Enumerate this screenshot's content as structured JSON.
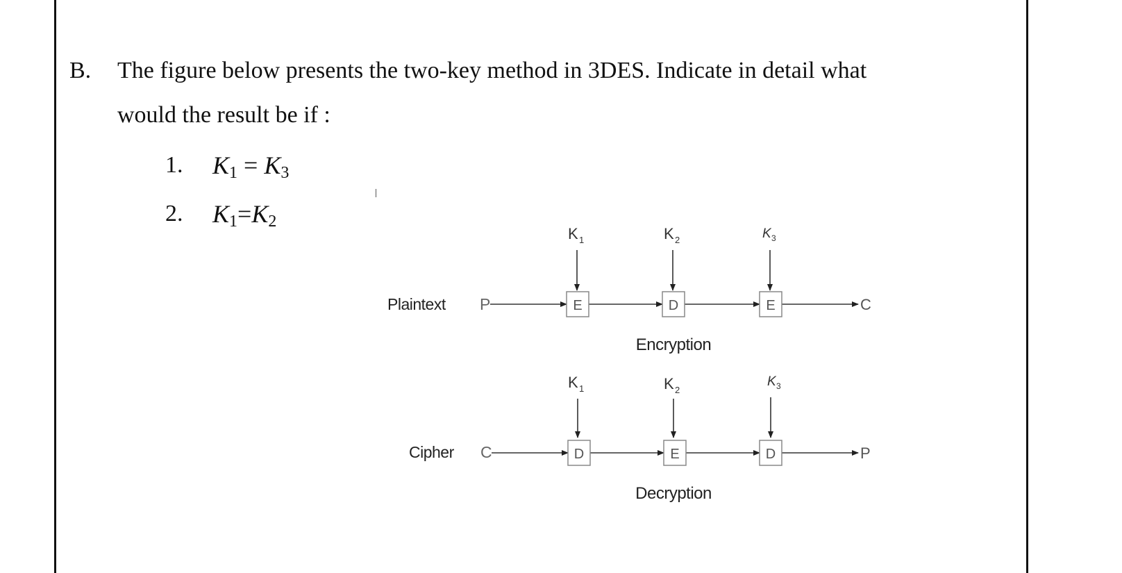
{
  "question": {
    "letter": "B.",
    "line1": "The figure below presents the two-key method in 3DES. Indicate in detail what",
    "line2": "would the result be if :"
  },
  "items": [
    {
      "number": "1.",
      "left": "K",
      "left_sub": "1",
      "op": " = ",
      "right": "K",
      "right_sub": "3"
    },
    {
      "number": "2.",
      "left": "K",
      "left_sub": "1",
      "op": "=",
      "right": "K",
      "right_sub": "2"
    }
  ],
  "diagram": {
    "encryption": {
      "input_label": "Plaintext",
      "input_symbol": "P",
      "keys": [
        {
          "main": "K",
          "sub": "1"
        },
        {
          "main": "K",
          "sub": "2"
        },
        {
          "main": "K",
          "sub": "3"
        }
      ],
      "boxes": [
        "E",
        "D",
        "E"
      ],
      "output_symbol": "C",
      "caption": "Encryption"
    },
    "decryption": {
      "input_label": "Cipher",
      "input_symbol": "C",
      "keys": [
        {
          "main": "K",
          "sub": "1"
        },
        {
          "main": "K",
          "sub": "2"
        },
        {
          "main": "K",
          "sub": "3"
        }
      ],
      "boxes": [
        "D",
        "E",
        "D"
      ],
      "output_symbol": "P",
      "caption": "Decryption"
    }
  }
}
